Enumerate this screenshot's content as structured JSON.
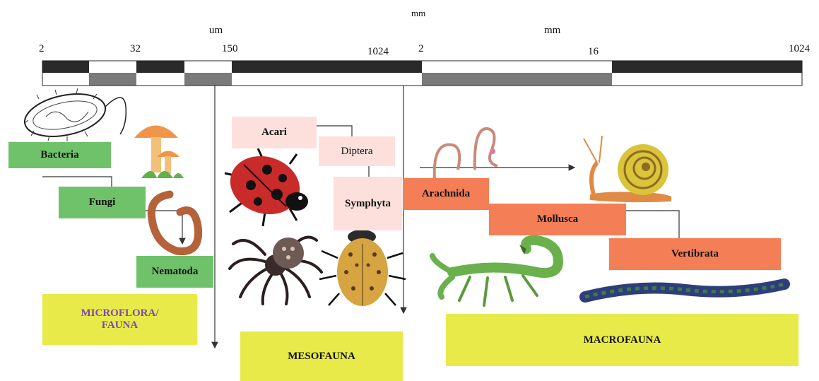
{
  "units": {
    "top": "mm",
    "left": "um",
    "right": "mm"
  },
  "ticks": [
    "2",
    "32",
    "150",
    "1024",
    "2",
    "16",
    "1024"
  ],
  "boxes": {
    "bacteria": "Bacteria",
    "fungi": "Fungi",
    "nematoda": "Nematoda",
    "acari": "Acari",
    "diptera": "Diptera",
    "symphyta": "Symphyta",
    "arachnida": "Arachnida",
    "mollusca": "Mollusca",
    "vertibrata": "Vertibrata",
    "microflora_line1": "MICROFLORA/",
    "microflora_line2": "FAUNA",
    "mesofauna": "MESOFAUNA",
    "macrofauna": "MACROFAUNA"
  },
  "colors": {
    "bar_dark": "#2a2a2a",
    "bar_gray": "#7a7a7a",
    "green": "#6fc26a",
    "pink": "#fde0dc",
    "orange": "#f47e56",
    "yellow": "#e8ea4a"
  },
  "icons": [
    "bacterium-icon",
    "mushroom-icon",
    "worm-icon",
    "ladybug-icon",
    "spider-icon",
    "beetle-icon",
    "earthworm-icon",
    "snail-icon",
    "scorpion-icon",
    "centipede-icon"
  ]
}
